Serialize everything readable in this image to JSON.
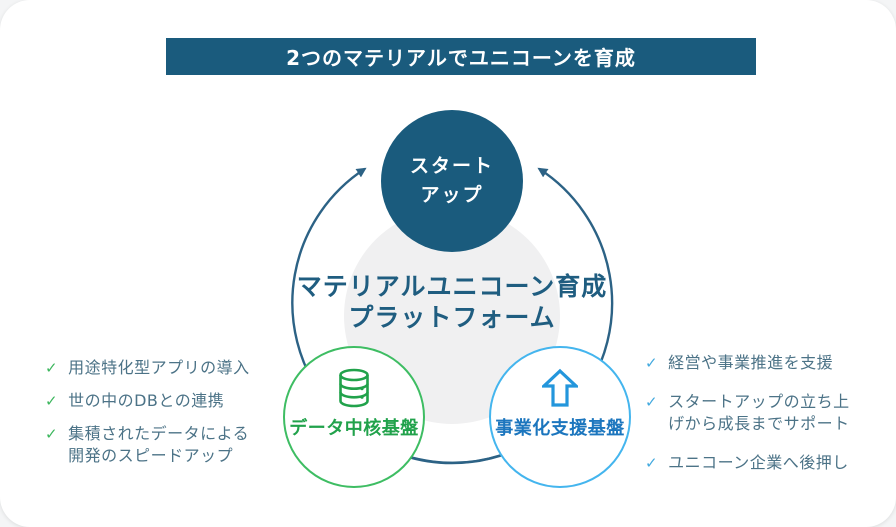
{
  "banner": {
    "title": "2つのマテリアルでユニコーンを育成"
  },
  "platform": {
    "name_line1": "マテリアルユニコーン育成",
    "name_line2": "プラットフォーム"
  },
  "nodes": {
    "startup": {
      "label_line1": "スタート",
      "label_line2": "アップ"
    },
    "data_core": {
      "label": "データ中核基盤",
      "icon": "database-icon"
    },
    "business_support": {
      "label": "事業化支援基盤",
      "icon": "up-arrow-icon"
    }
  },
  "left_list": {
    "check_glyph": "✓",
    "items": [
      {
        "text": "用途特化型アプリの導入"
      },
      {
        "text": "世の中のDBとの連携"
      },
      {
        "text": "集積されたデータによる\n開発のスピードアップ"
      }
    ]
  },
  "right_list": {
    "check_glyph": "✓",
    "items": [
      {
        "text": "経営や事業推進を支援"
      },
      {
        "text": "スタートアップの立ち上\nげから成長までサポート"
      },
      {
        "text": "ユニコーン企業へ後押し"
      }
    ]
  },
  "colors": {
    "teal_dark": "#1A5B7D",
    "teal_text": "#1F5D80",
    "arc_stroke": "#2C6285",
    "green_border": "#3EBD63",
    "green_content": "#21A24B",
    "blue_border": "#44B5EE",
    "blue_arrow": "#2396DC",
    "blue_label": "#1C76BE",
    "list_text": "#4C7387",
    "gray_circle": "#F0F0F1"
  }
}
